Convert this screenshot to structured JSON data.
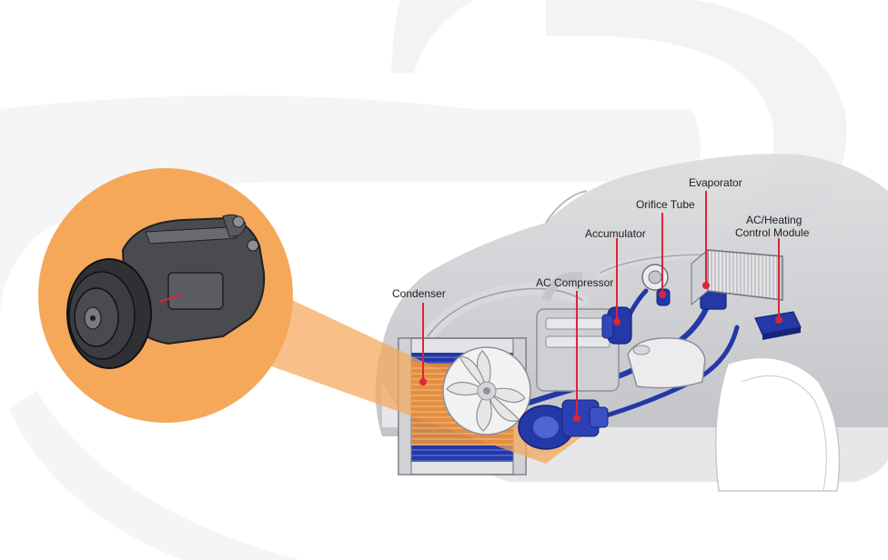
{
  "labels": {
    "condenser": "Condenser",
    "ac_compressor": "AC Compressor",
    "accumulator": "Accumulator",
    "orifice_tube": "Orifice Tube",
    "evaporator": "Evaporator",
    "control_module_line1": "AC/Heating",
    "control_module_line2": "Control Module"
  },
  "colors": {
    "accent_orange": "#f5a85a",
    "leader_red": "#d9263a",
    "component_blue": "#2438a8",
    "body_gray": "#c9cacd",
    "background_swirl": "#f2f2f3"
  },
  "icons": {
    "compressor_zoom": "compressor-icon",
    "fan": "fan-icon"
  }
}
